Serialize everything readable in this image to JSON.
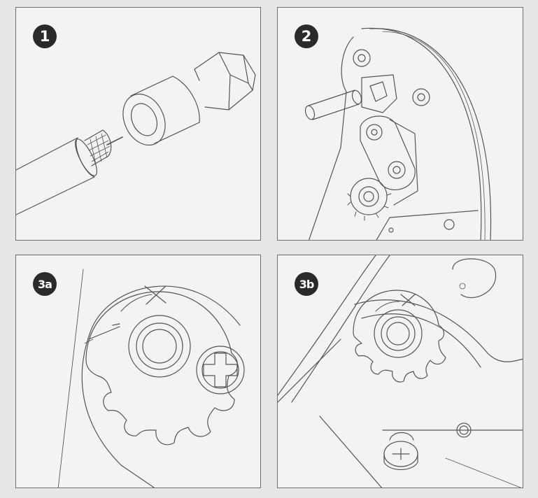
{
  "panels": [
    {
      "id": "p1",
      "step": "1",
      "subject": "coax-cable-and-connector"
    },
    {
      "id": "p2",
      "step": "2",
      "subject": "crimp-tool-assembly"
    },
    {
      "id": "p3",
      "step": "3a",
      "subject": "adjustment-gear-detail"
    },
    {
      "id": "p4",
      "step": "3b",
      "subject": "adjustment-gear-overview"
    }
  ],
  "colors": {
    "line": "#555555",
    "badge": "#2a2a2a",
    "panel_bg": "#f3f3f1",
    "page_bg": "#e7e6e4"
  }
}
